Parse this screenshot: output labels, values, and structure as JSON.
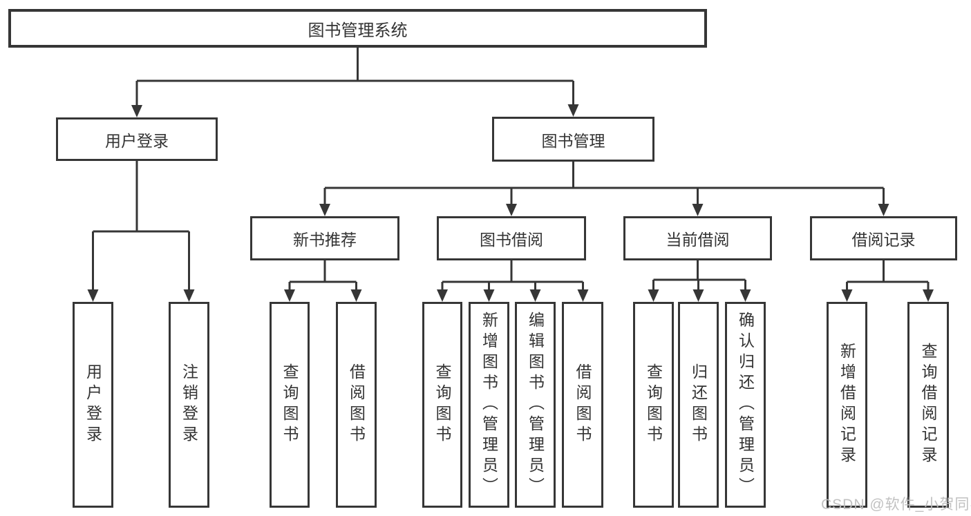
{
  "diagram": {
    "root": "图书管理系统",
    "user_login": {
      "label": "用户登录",
      "children": {
        "login": "用户登录",
        "logout": "注销登录"
      }
    },
    "book_management": {
      "label": "图书管理",
      "sections": {
        "new_book_recommend": {
          "label": "新书推荐",
          "children": {
            "query_books": "查询图书",
            "borrow_books": "借阅图书"
          }
        },
        "book_borrowing": {
          "label": "图书借阅",
          "children": {
            "query_books": "查询图书",
            "add_books_admin": "新增图书（管理员）",
            "edit_books_admin": "编辑图书（管理员）",
            "borrow_books": "借阅图书"
          }
        },
        "current_borrowing": {
          "label": "当前借阅",
          "children": {
            "query_books": "查询图书",
            "return_books": "归还图书",
            "confirm_return_admin": "确认归还（管理员）"
          }
        },
        "borrowing_records": {
          "label": "借阅记录",
          "children": {
            "add_borrow_record": "新增借阅记录",
            "query_borrow_record": "查询借阅记录"
          }
        }
      }
    }
  },
  "watermark": "CSDN @软件_小贺同学",
  "colors": {
    "line": "#363636",
    "text": "#333333",
    "watermark": "#bebebe",
    "background": "#ffffff"
  }
}
